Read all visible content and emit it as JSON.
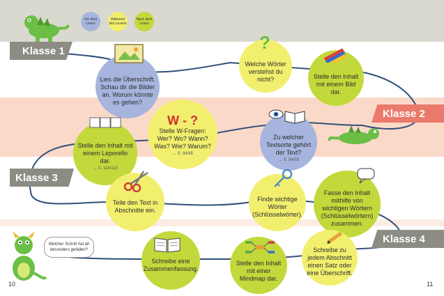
{
  "colors": {
    "band_top": "#d9d9cf",
    "band_mid": "#fbd7c6",
    "band_pink": "#f9d5c5",
    "path": "#2f4f7a",
    "vor_dem_lesen": "#a7b4dd",
    "waehrend_des_lesens": "#f2ef6e",
    "nach_dem_lesen": "#c3d93b",
    "flag_gray": "#8c8c84",
    "flag_red": "#ea7a6b"
  },
  "legend": {
    "vor": "Vor dem Lesen",
    "waehrend": "Während des Lesens",
    "nach": "Nach dem Lesen"
  },
  "flags": {
    "klasse1": "Klasse 1",
    "klasse2": "Klasse 2",
    "klasse3": "Klasse 3",
    "klasse4": "Klasse 4"
  },
  "steps": {
    "s1": {
      "text": "Lies die Überschrift. Schau dir die Bilder an. Worum könnte es gehen?",
      "icon": "picture-frame-icon"
    },
    "s2": {
      "text": "Welche Wörter verstehst du nicht?",
      "icon": "question-mark-icon"
    },
    "s3": {
      "text": "Stelle den Inhalt mit einem Bild dar.",
      "icon": "pencils-icon"
    },
    "s4": {
      "heading": "W - ?",
      "text": "Stelle W-Fragen: Wer? Wo? Wann? Was? Wie? Warum?",
      "ref": "→ S. 84/85"
    },
    "s5": {
      "text": "Zu welcher Textsorte gehört der Text?",
      "ref": "→ S. 54/55",
      "icon": "eye-book-icon"
    },
    "s6": {
      "text": "Stelle den Inhalt mit einem Leporello dar.",
      "ref": "→ S. 114/115",
      "icon": "leporello-icon"
    },
    "s7": {
      "text": "Teile den Text in Abschnitte ein.",
      "icon": "scissors-icon"
    },
    "s8": {
      "text": "Finde wichtige Wörter (Schlüsselwörter).",
      "icon": "key-icon"
    },
    "s9": {
      "text": "Fasse den Inhalt mithilfe von wichtigen Wörtern (Schlüsselwörtern) zusammen.",
      "icon": "speech-bubble-icon"
    },
    "s10": {
      "text": "Schreibe zu jedem Abschnitt einen Satz oder eine Überschrift.",
      "icon": "pen-icon"
    },
    "s11": {
      "text": "Stelle den Inhalt mit einer Mindmap dar.",
      "icon": "mindmap-icon"
    },
    "s12": {
      "text": "Schreibe eine Zusammenfassung.",
      "icon": "notebook-icon"
    }
  },
  "speech": "Welcher Schritt hat dir besonders gefallen?",
  "page_left": "10",
  "page_right": "11"
}
